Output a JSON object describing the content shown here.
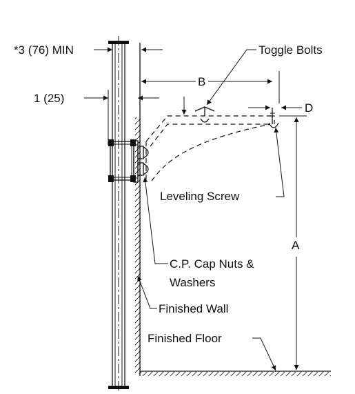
{
  "diagram": {
    "labels": {
      "min_clearance": "*3 (76) MIN",
      "toggle_bolts": "Toggle Bolts",
      "dim_b": "B",
      "dim_one": "1 (25)",
      "dim_d": "D",
      "leveling_screw": "Leveling Screw",
      "dim_a": "A",
      "cap_nuts_line1": "C.P. Cap Nuts &",
      "cap_nuts_line2": "Washers",
      "finished_wall": "Finished Wall",
      "finished_floor": "Finished Floor"
    },
    "colors": {
      "line": "#111111",
      "background": "#ffffff"
    }
  }
}
